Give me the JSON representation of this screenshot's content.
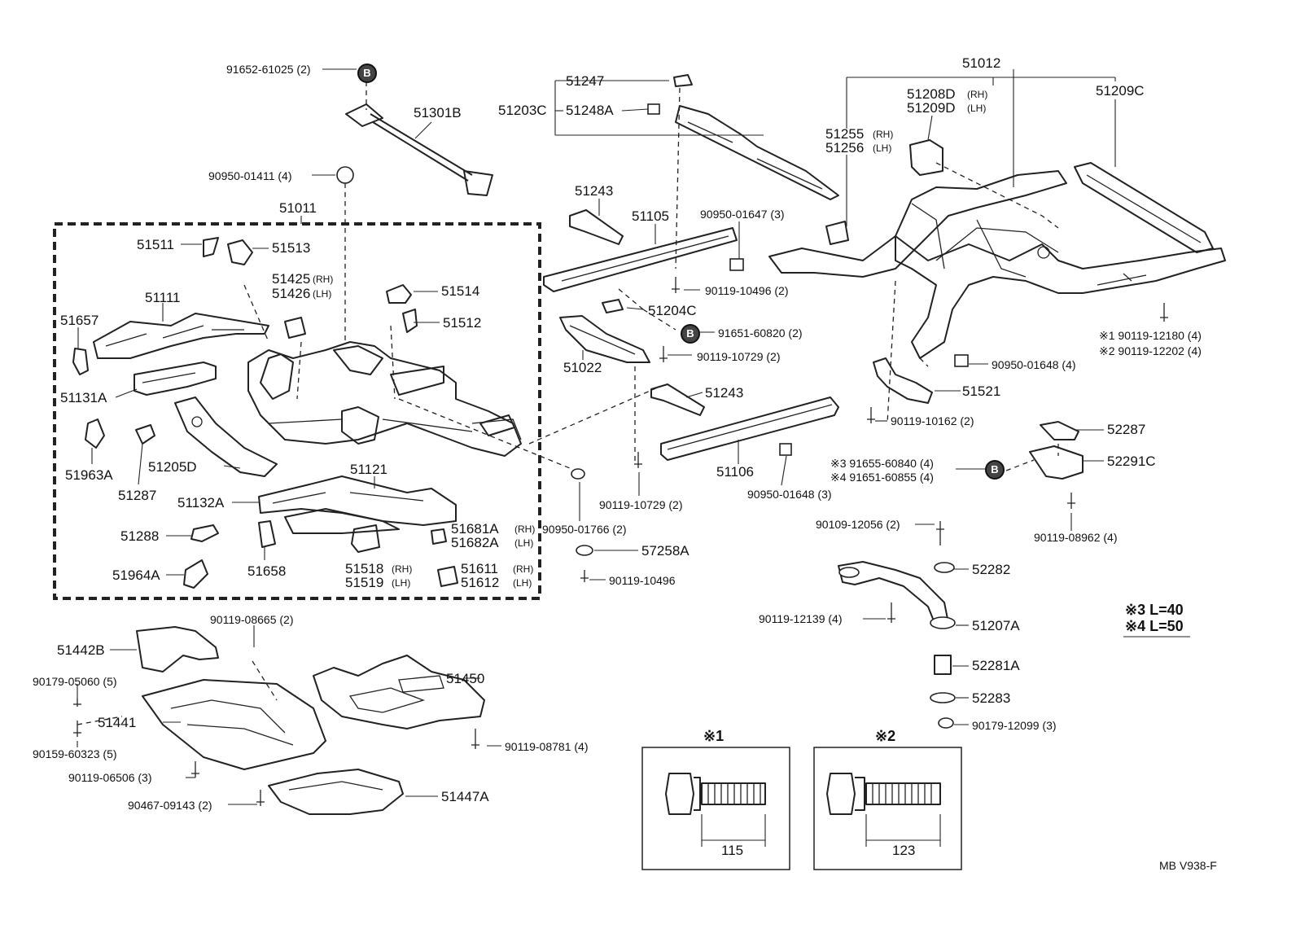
{
  "diagram_code": "MB V938-F",
  "notes": {
    "n1": "※1",
    "n2": "※2",
    "n3": "※3 L=40",
    "n4": "※4 L=50"
  },
  "bolts": [
    {
      "label": "※1",
      "length": "115"
    },
    {
      "label": "※2",
      "length": "123"
    }
  ],
  "b_mark": "B",
  "labels": {
    "p91652_61025": "91652-61025 (2)",
    "p51301B": "51301B",
    "p90950_01411": "90950-01411 (4)",
    "p51011": "51011",
    "p51511": "51511",
    "p51513": "51513",
    "p51425": "51425",
    "p51426": "51426",
    "p51514": "51514",
    "p51111": "51111",
    "p51657": "51657",
    "p51512": "51512",
    "p51131A": "51131A",
    "p51963A": "51963A",
    "p51287": "51287",
    "p51205D": "51205D",
    "p51121": "51121",
    "p51132A": "51132A",
    "p51288": "51288",
    "p51681A": "51681A",
    "p51682A": "51682A",
    "p51658": "51658",
    "p51518": "51518",
    "p51519": "51519",
    "p51611": "51611",
    "p51612": "51612",
    "p51964A": "51964A",
    "p51247": "51247",
    "p51203C": "51203C",
    "p51248A": "51248A",
    "p51243a": "51243",
    "p51105": "51105",
    "p90950_01647": "90950-01647 (3)",
    "p90119_10496_2": "90119-10496 (2)",
    "p51204C": "51204C",
    "p91651_60820": "91651-60820 (2)",
    "p51022": "51022",
    "p90119_10729_a": "90119-10729 (2)",
    "p51243b": "51243",
    "p51106": "51106",
    "p90119_10729_b": "90119-10729 (2)",
    "p90950_01648_3": "90950-01648 (3)",
    "p90950_01766": "90950-01766 (2)",
    "p57258A": "57258A",
    "p90119_10496": "90119-10496",
    "p51012": "51012",
    "p51208D": "51208D",
    "p51209D": "51209D",
    "p51209C": "51209C",
    "p51255": "51255",
    "p51256": "51256",
    "p90119_12180": "※1 90119-12180 (4)",
    "p90119_12202": "※2 90119-12202 (4)",
    "p90950_01648_4": "90950-01648 (4)",
    "p51521": "51521",
    "p90119_10162": "90119-10162 (2)",
    "p52287": "52287",
    "p91655_60840": "※3 91655-60840 (4)",
    "p91651_60855": "※4 91651-60855 (4)",
    "p52291C": "52291C",
    "p90109_12056": "90109-12056 (2)",
    "p90119_08962": "90119-08962 (4)",
    "p52282": "52282",
    "p90119_12139": "90119-12139 (4)",
    "p51207A": "51207A",
    "p52281A": "52281A",
    "p52283": "52283",
    "p90179_12099": "90179-12099 (3)",
    "p90119_08665": "90119-08665 (2)",
    "p51442B": "51442B",
    "p90179_05060": "90179-05060 (5)",
    "p51441": "51441",
    "p90159_60323": "90159-60323 (5)",
    "p90119_06506": "90119-06506 (3)",
    "p90467_09143": "90467-09143 (2)",
    "p51450": "51450",
    "p90119_08781": "90119-08781 (4)",
    "p51447A": "51447A"
  },
  "sides": {
    "rh": "(RH)",
    "lh": "(LH)"
  }
}
